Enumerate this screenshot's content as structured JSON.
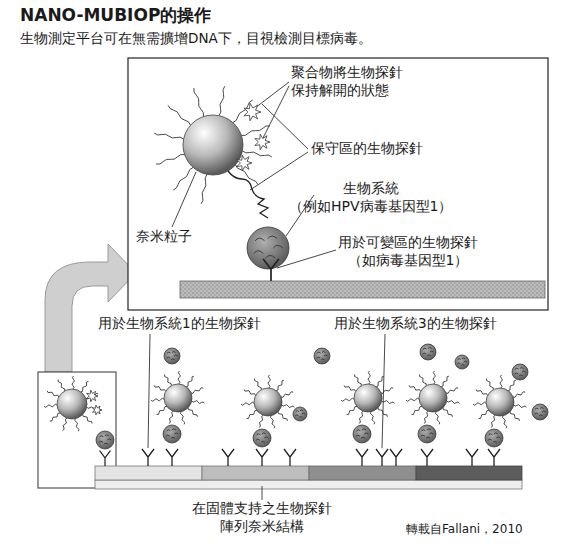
{
  "diagram": {
    "title": "NANO-MUBIOP的操作",
    "caption": "生物測定平台可在無需擴增DNA下，目視檢測目標病毒。",
    "labels": [
      "聚合物將生物探針 保持解開的狀態",
      "保守區的生物探針",
      "奈米粒子",
      "生物系統 （例如HPV病毒基因型1）",
      "用於可變區的生物探針 （如病毒基因型1）",
      "用於生物系統1的生物探針",
      "用於生物系統3的生物探針",
      "在固體支持之生物探針 陣列奈米結構",
      "轉載自Fallani，2010"
    ]
  }
}
